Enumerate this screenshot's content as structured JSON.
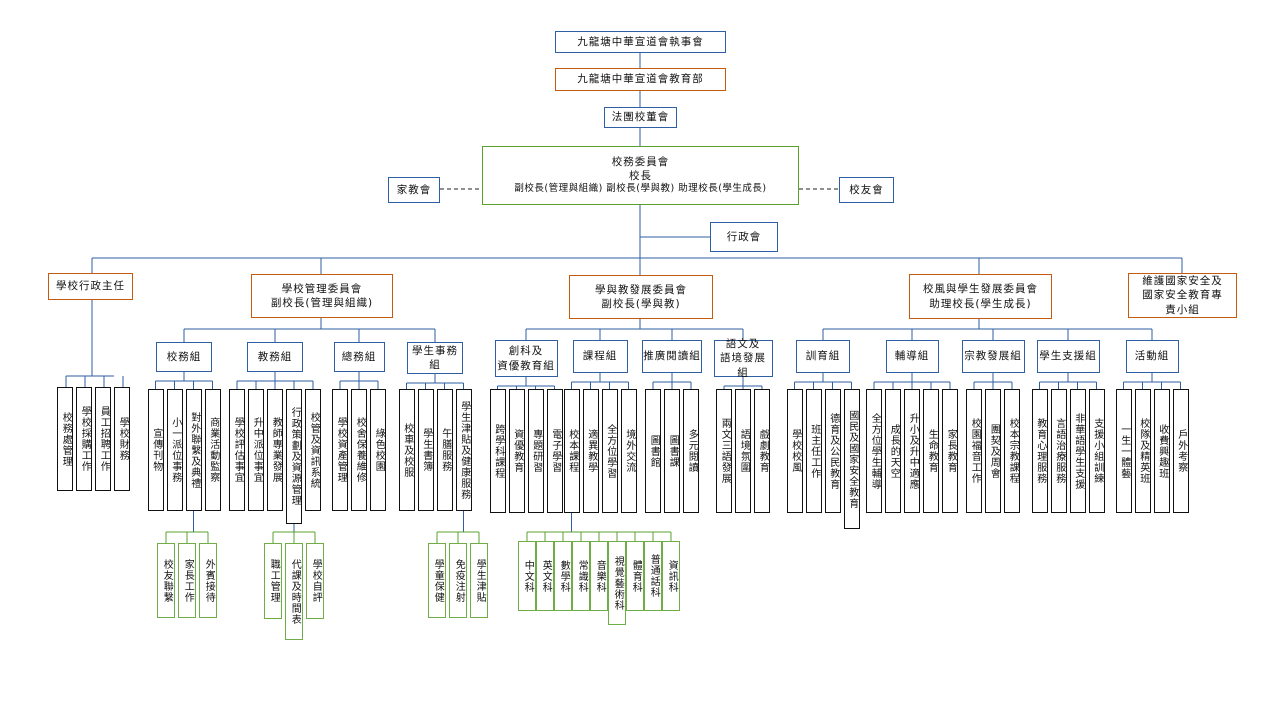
{
  "top": {
    "exec_committee": "九龍塘中華宣道會執事會",
    "education_dept": "九龍塘中華宣道會教育部",
    "board": "法團校董會",
    "school_committee": "校務委員會",
    "principal": "校長",
    "deputies": "副校長(管理與組織) 副校長(學與教) 助理校長(學生成長)",
    "pta": "家教會",
    "alumni": "校友會",
    "admin_meeting": "行政會"
  },
  "branches": {
    "admin_head": {
      "title": "學校行政主任",
      "items": [
        "校務處管理",
        "學校採購工作",
        "員工招聘工作",
        "學校財務"
      ]
    },
    "management": {
      "title": "學校管理委員會",
      "subtitle": "副校長(管理與組織)",
      "groups": [
        {
          "name": "校務組",
          "items": [
            "宣傳刊物",
            "小一派位事務",
            "對外聯繫及典禮",
            "商業活動監察"
          ],
          "subitems": [
            "校友聯繫",
            "家長工作",
            "外賓接待"
          ]
        },
        {
          "name": "教務組",
          "items": [
            "學校評估事宜",
            "升中派位事宜",
            "教師專業發展",
            "行政策劃及資源管理",
            "校管及資訊系統"
          ],
          "subitems": [
            "職工管理",
            "代課及時間表",
            "學校自評"
          ]
        },
        {
          "name": "總務組",
          "items": [
            "學校資產管理",
            "校舍保養維修",
            "綠色校園"
          ]
        },
        {
          "name": "學生事務組",
          "items": [
            "校車及校服",
            "學生書簿",
            "午膳服務",
            "學生津貼及健康服務"
          ],
          "subitems": [
            "學童保健",
            "免疫注射",
            "學生津貼"
          ]
        }
      ]
    },
    "learning": {
      "title": "學與教發展委員會",
      "subtitle": "副校長(學與教)",
      "groups": [
        {
          "name": "創科及資優教育組",
          "items": [
            "跨學科課程",
            "資優教育",
            "專題研習",
            "電子學習"
          ]
        },
        {
          "name": "課程組",
          "items": [
            "校本課程",
            "適異教學",
            "全方位學習",
            "境外交流"
          ],
          "subitems": [
            "中文科",
            "英文科",
            "數學科",
            "常識科",
            "音樂科",
            "視覺藝術科",
            "體育科",
            "普通話科",
            "資訊科"
          ]
        },
        {
          "name": "推廣閱讀組",
          "items": [
            "圖書館",
            "圖書課",
            "多元閱讀"
          ]
        },
        {
          "name": "語文及語境發展組",
          "items": [
            "兩文三語發展",
            "語境氛圍",
            "戲劇教育"
          ]
        }
      ]
    },
    "growth": {
      "title": "校風與學生發展委員會",
      "subtitle": "助理校長(學生成長)",
      "groups": [
        {
          "name": "訓育組",
          "items": [
            "學校校風",
            "班主任工作",
            "德育及公民教育",
            "國民及國家安全教育"
          ]
        },
        {
          "name": "輔導組",
          "items": [
            "全方位學生輔導",
            "成長的天空",
            "升小及升中適應",
            "生命教育",
            "家長教育"
          ]
        },
        {
          "name": "宗教發展組",
          "items": [
            "校園福音工作",
            "團契及周會",
            "校本宗教課程"
          ]
        },
        {
          "name": "學生支援組",
          "items": [
            "教育心理服務",
            "言語治療服務",
            "非華語學生支援",
            "支援小組訓練"
          ]
        },
        {
          "name": "活動組",
          "items": [
            "一生一體藝",
            "校隊及精英班",
            "收費興趣班",
            "戶外考察"
          ]
        }
      ]
    },
    "security": {
      "title": "維護國家安全及國家安全教育專責小組"
    }
  }
}
